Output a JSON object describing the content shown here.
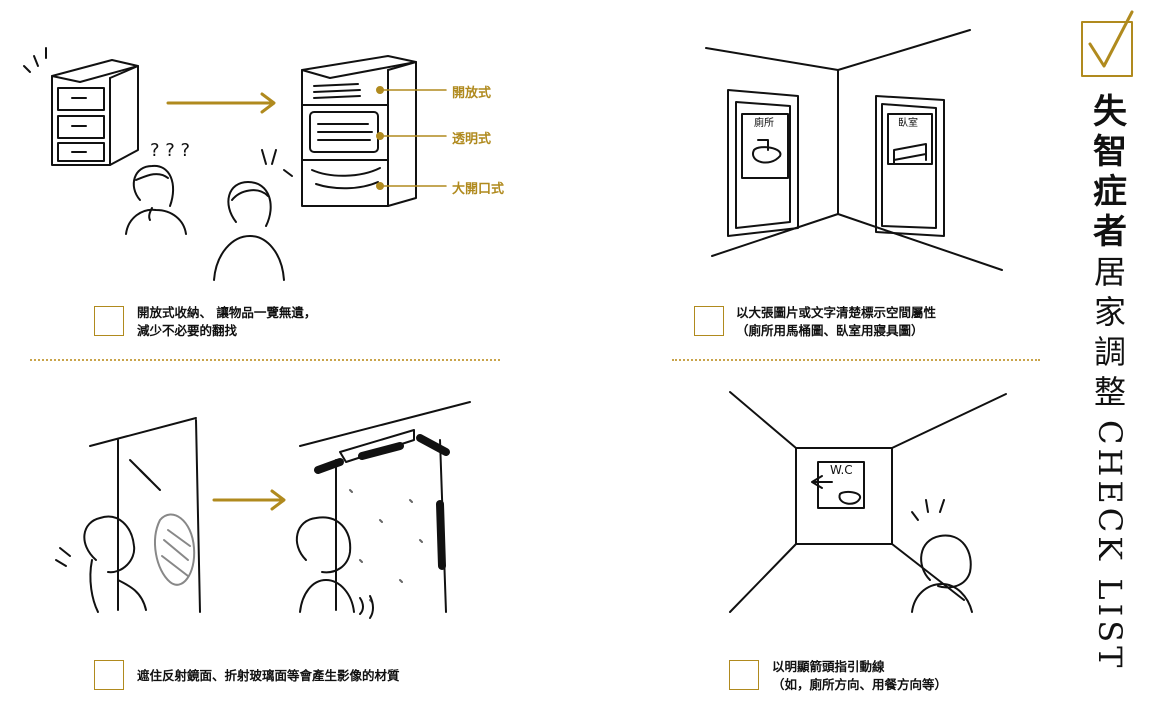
{
  "labels": {
    "open": "開放式",
    "transparent": "透明式",
    "wide_opening": "大開口式",
    "restroom": "廁所",
    "bedroom": "臥室",
    "wc": "W.C"
  },
  "questions": "? ? ?",
  "captions": {
    "item1_line1": "開放式收納、 讓物品一覽無遺，",
    "item1_line2": "減少不必要的翻找",
    "item2_line1": "以大張圖片或文字清楚標示空間屬性",
    "item2_line2": "（廁所用馬桶圖、臥室用寢具圖）",
    "item3_line1": "遮住反射鏡面、折射玻璃面等會產生影像的材質",
    "item4_line1": "以明顯箭頭指引動線",
    "item4_line2": "（如，廁所方向、用餐方向等）"
  },
  "sidebar": {
    "t1": "失",
    "t2": "智",
    "t3": "症",
    "t4": "者",
    "t5": "居",
    "t6": "家",
    "t7": "調",
    "t8": "整",
    "en": "CHECK LIST"
  },
  "colors": {
    "accent": "#b08a1e",
    "text": "#111111",
    "divider": "#c9a44b"
  }
}
